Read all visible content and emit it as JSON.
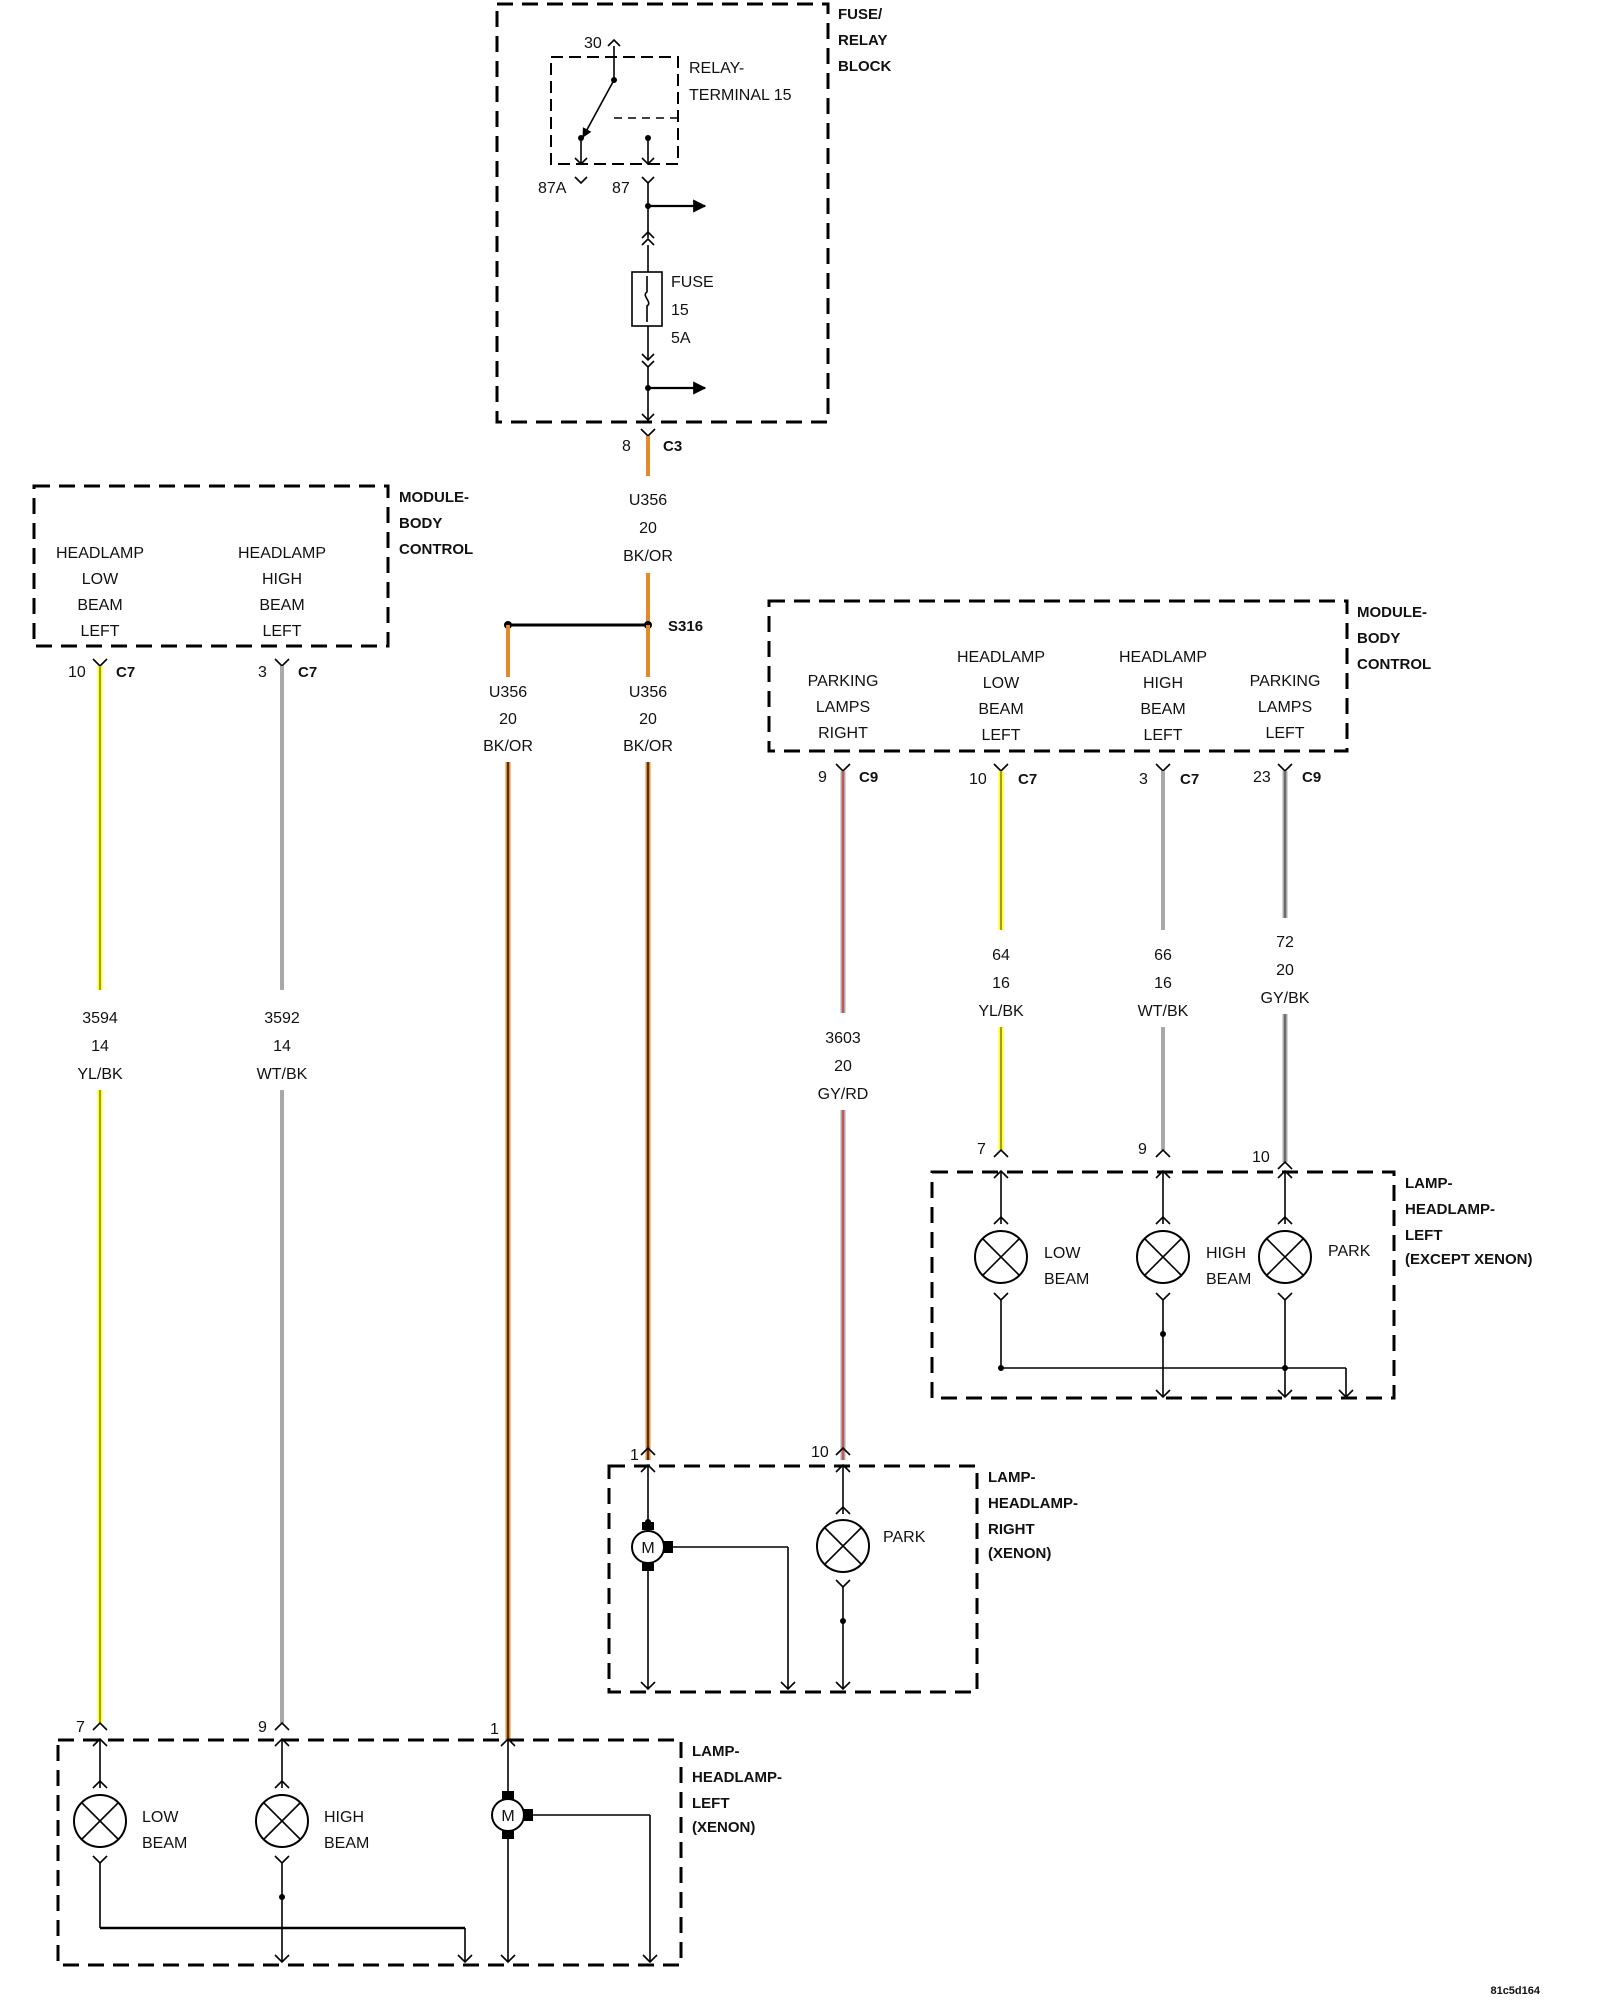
{
  "colors": {
    "yellow": "#ffff22",
    "gray": "#a8a8a8",
    "orange": "#e08a2c",
    "black": "#111111",
    "red": "#e03030"
  },
  "fuse_block": {
    "title": [
      "FUSE/",
      "RELAY",
      "BLOCK"
    ],
    "relay": [
      "RELAY-",
      "TERMINAL 15"
    ],
    "pin30": "30",
    "pin87a": "87A",
    "pin87": "87",
    "fuse": [
      "FUSE",
      "15",
      "5A"
    ]
  },
  "splice": {
    "c3_pin": "8",
    "c3": "C3",
    "wire_top": [
      "U356",
      "20",
      "BK/OR"
    ],
    "s316": "S316",
    "wire_left": [
      "U356",
      "20",
      "BK/OR"
    ],
    "wire_right": [
      "U356",
      "20",
      "BK/OR"
    ]
  },
  "bcm_left": {
    "title": [
      "MODULE-",
      "BODY",
      "CONTROL"
    ],
    "low": [
      "HEADLAMP",
      "LOW",
      "BEAM",
      "LEFT"
    ],
    "high": [
      "HEADLAMP",
      "HIGH",
      "BEAM",
      "LEFT"
    ],
    "low_pin": "10",
    "low_conn": "C7",
    "high_pin": "3",
    "high_conn": "C7",
    "wire_low": [
      "3594",
      "14",
      "YL/BK"
    ],
    "wire_high": [
      "3592",
      "14",
      "WT/BK"
    ]
  },
  "bcm_right": {
    "title": [
      "MODULE-",
      "BODY",
      "CONTROL"
    ],
    "park_r": [
      "PARKING",
      "LAMPS",
      "RIGHT"
    ],
    "low": [
      "HEADLAMP",
      "LOW",
      "BEAM",
      "LEFT"
    ],
    "high": [
      "HEADLAMP",
      "HIGH",
      "BEAM",
      "LEFT"
    ],
    "park_l": [
      "PARKING",
      "LAMPS",
      "LEFT"
    ],
    "park_r_pin": "9",
    "park_r_conn": "C9",
    "low_pin": "10",
    "low_conn": "C7",
    "high_pin": "3",
    "high_conn": "C7",
    "park_l_pin": "23",
    "park_l_conn": "C9",
    "wire_park_r": [
      "3603",
      "20",
      "GY/RD"
    ],
    "wire_low": [
      "64",
      "16",
      "YL/BK"
    ],
    "wire_high": [
      "66",
      "16",
      "WT/BK"
    ],
    "wire_park_l": [
      "72",
      "20",
      "GY/BK"
    ]
  },
  "lamp_except": {
    "title": [
      "LAMP-",
      "HEADLAMP-",
      "LEFT",
      "(EXCEPT XENON)"
    ],
    "pin_low": "7",
    "pin_high": "9",
    "pin_park": "10",
    "low": [
      "LOW",
      "BEAM"
    ],
    "high": [
      "HIGH",
      "BEAM"
    ],
    "park": "PARK"
  },
  "lamp_right": {
    "title": [
      "LAMP-",
      "HEADLAMP-",
      "RIGHT",
      "(XENON)"
    ],
    "pin_motor": "1",
    "pin_park": "10",
    "motor": "M",
    "park": "PARK"
  },
  "lamp_left": {
    "title": [
      "LAMP-",
      "HEADLAMP-",
      "LEFT",
      "(XENON)"
    ],
    "pin_low": "7",
    "pin_high": "9",
    "pin_motor": "1",
    "low": [
      "LOW",
      "BEAM"
    ],
    "high": [
      "HIGH",
      "BEAM"
    ],
    "motor": "M"
  },
  "footer": "81c5d164"
}
